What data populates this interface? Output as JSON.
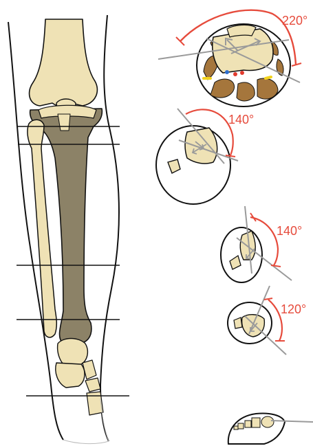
{
  "colors": {
    "bone": "#efe2b5",
    "bone_shadow": "#8c8267",
    "muscle": "#a5763c",
    "outline": "#111111",
    "axis": "#9a9a9a",
    "angle": "#e64b3c",
    "vessel_blue": "#2e6fd0",
    "vessel_red": "#e23b2e",
    "nerve_yellow": "#f2d21d"
  },
  "angles": {
    "knee": "220°",
    "upper_leg": "140°",
    "mid_leg": "140°",
    "lower_leg": "120°"
  },
  "icons": [
    "knee-cross-section",
    "upper-leg-cross-section",
    "mid-leg-cross-section",
    "lower-leg-cross-section",
    "foot-cross-section"
  ]
}
